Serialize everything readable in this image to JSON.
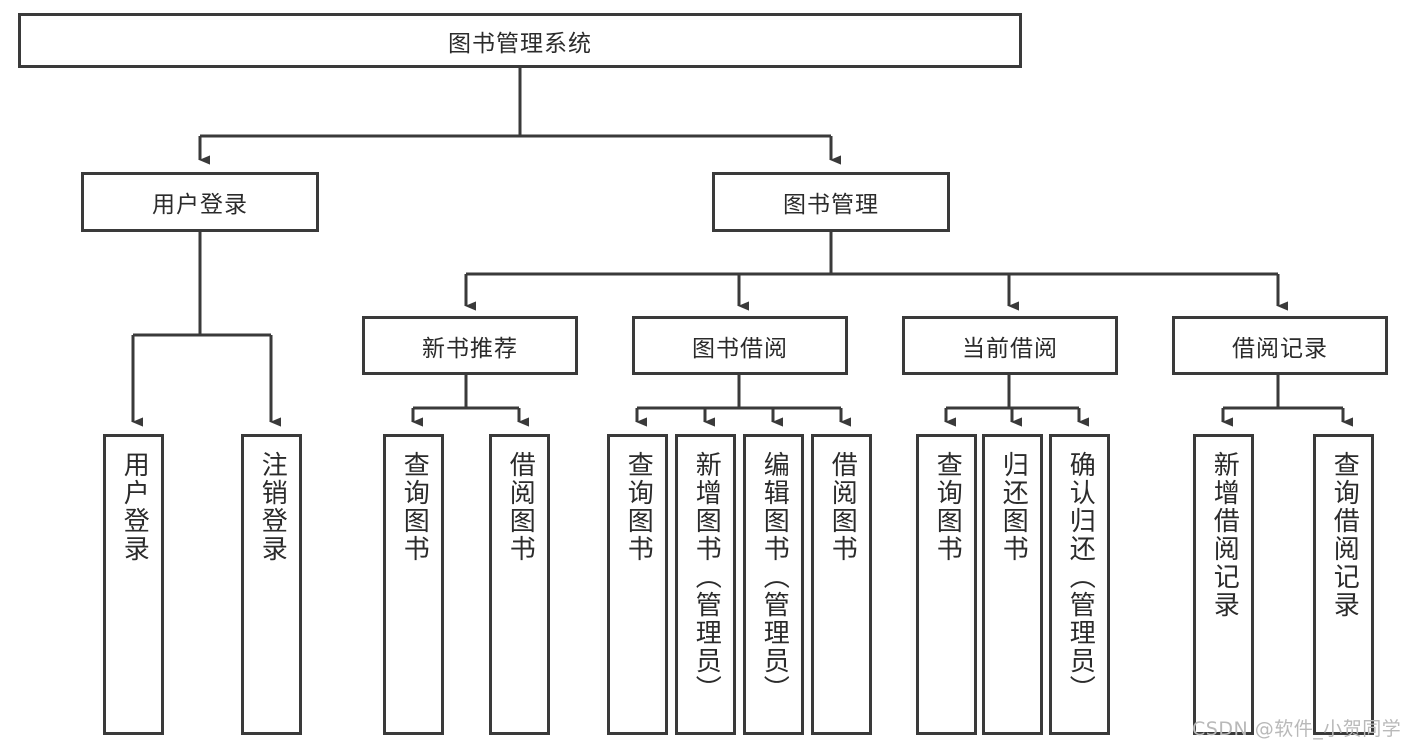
{
  "diagram": {
    "type": "tree-hierarchy",
    "title": "图书管理系统",
    "root": {
      "label": "图书管理系统"
    },
    "level1": [
      {
        "id": "user-login",
        "label": "用户登录"
      },
      {
        "id": "book-management",
        "label": "图书管理"
      }
    ],
    "level2": [
      {
        "id": "new-book-recommend",
        "label": "新书推荐",
        "parent": "book-management"
      },
      {
        "id": "book-borrow",
        "label": "图书借阅",
        "parent": "book-management"
      },
      {
        "id": "current-borrow",
        "label": "当前借阅",
        "parent": "book-management"
      },
      {
        "id": "borrow-record",
        "label": "借阅记录",
        "parent": "book-management"
      }
    ],
    "leaves": {
      "user-login": [
        {
          "id": "leaf-user-login",
          "label": "用户登录"
        },
        {
          "id": "leaf-logout-login",
          "label": "注销登录"
        }
      ],
      "new-book-recommend": [
        {
          "id": "leaf-query-book-1",
          "label": "查询图书"
        },
        {
          "id": "leaf-borrow-book-1",
          "label": "借阅图书"
        }
      ],
      "book-borrow": [
        {
          "id": "leaf-query-book-2",
          "label": "查询图书"
        },
        {
          "id": "leaf-add-book",
          "label": "新增图书（管理员）"
        },
        {
          "id": "leaf-edit-book",
          "label": "编辑图书（管理员）"
        },
        {
          "id": "leaf-borrow-book-2",
          "label": "借阅图书"
        }
      ],
      "current-borrow": [
        {
          "id": "leaf-query-book-3",
          "label": "查询图书"
        },
        {
          "id": "leaf-return-book",
          "label": "归还图书"
        },
        {
          "id": "leaf-confirm-return",
          "label": "确认归还（管理员）"
        }
      ],
      "borrow-record": [
        {
          "id": "leaf-add-record",
          "label": "新增借阅记录"
        },
        {
          "id": "leaf-query-record",
          "label": "查询借阅记录"
        }
      ]
    }
  },
  "watermark": {
    "text": "CSDN @软件_小贺同学"
  },
  "colors": {
    "border": "#3a3a3a",
    "text": "#2b2b2b",
    "background": "#ffffff",
    "watermark": "#b9b9b9"
  }
}
